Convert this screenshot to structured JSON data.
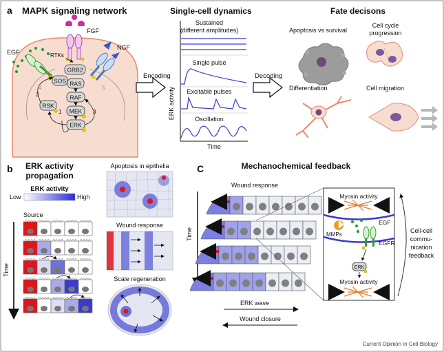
{
  "panel_a": {
    "letter": "a",
    "title": "MAPK signaling network",
    "ligands": {
      "fgf": "FGF",
      "egf": "EGF",
      "ngf": "NGF"
    },
    "receptors": "RTKs",
    "nodes": [
      "GRB2",
      "SOS",
      "RAS",
      "RAF",
      "MEK",
      "ERK",
      "RSK"
    ],
    "loop_numbers": [
      "1",
      "2",
      "3",
      "4",
      "5"
    ],
    "dynamics_title": "Single-cell dynamics",
    "encoding": "Encoding",
    "decoding": "Decoding",
    "ylabel": "ERK activity",
    "xlabel": "Time",
    "dynamics": [
      {
        "label": "Sustained",
        "sublabel": "(different amplitudes)"
      },
      {
        "label": "Single pulse"
      },
      {
        "label": "Excitable pulses"
      },
      {
        "label": "Oscillation"
      }
    ],
    "fates_title": "Fate decisons",
    "fates": [
      "Apoptosis vs survival",
      "Cell cycle",
      "progression",
      "Differentiation",
      "Cell migration"
    ]
  },
  "panel_b": {
    "letter": "b",
    "title_1": "ERK activity",
    "title_2": "propagation",
    "legend_title": "ERK activity",
    "legend_low": "Low",
    "legend_high": "High",
    "source": "Source",
    "time": "Time",
    "examples": [
      "Apoptosis in epithelia",
      "Wound response",
      "Scale regeneration"
    ]
  },
  "panel_c": {
    "letter": "C",
    "title": "Mechanochemical feedback",
    "wound_response": "Wound response",
    "time": "Time",
    "myosin_top": "Myosin activity",
    "mmps": "MMPs",
    "egf": "EGF",
    "egfr": "EGFR",
    "erk": "ERK",
    "myosin_bottom": "Myosin activity",
    "feedback": [
      "Cell-cell",
      "commu-",
      "nication",
      "feedback"
    ],
    "erk_wave": "ERK wave",
    "wound_closure": "Wound closure"
  },
  "credit": "Current Opinion in Cell Biology",
  "colors": {
    "erk_high": "#3a3ad0",
    "erk_low": "#e6e6f5",
    "source_red": "#e0141c",
    "cell_fill": "#f7dcd0",
    "cell_edge": "#e58a6c"
  }
}
